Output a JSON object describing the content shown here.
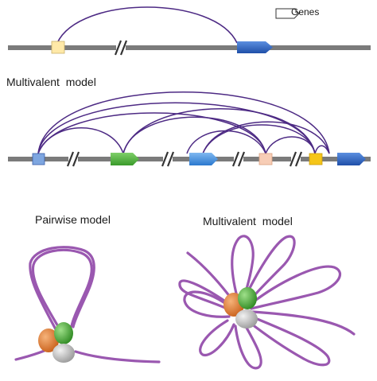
{
  "legend": {
    "label": "Genes",
    "icon": "gene-arrow-icon"
  },
  "panels": {
    "top_model_title": "Multivalent  model",
    "pairwise_title": "Pairwise model",
    "multivalent_title": "Multivalent  model"
  },
  "colors": {
    "chromatin": "#7b7b7b",
    "loop_arc": "#4d2a84",
    "gene_blue": "#2f67c9",
    "gene_green": "#4aa83a",
    "gene_lightblue": "#3d8fe0",
    "element_yellow": "#ffe9a8",
    "element_gold": "#f5c518",
    "element_peach": "#f7cdb6",
    "element_lightblue": "#7ea6e0",
    "fiber": "#9a58b0",
    "protein_orange": "#e07b2a",
    "protein_green": "#4fb13a",
    "protein_gray": "#c9c9c9"
  }
}
